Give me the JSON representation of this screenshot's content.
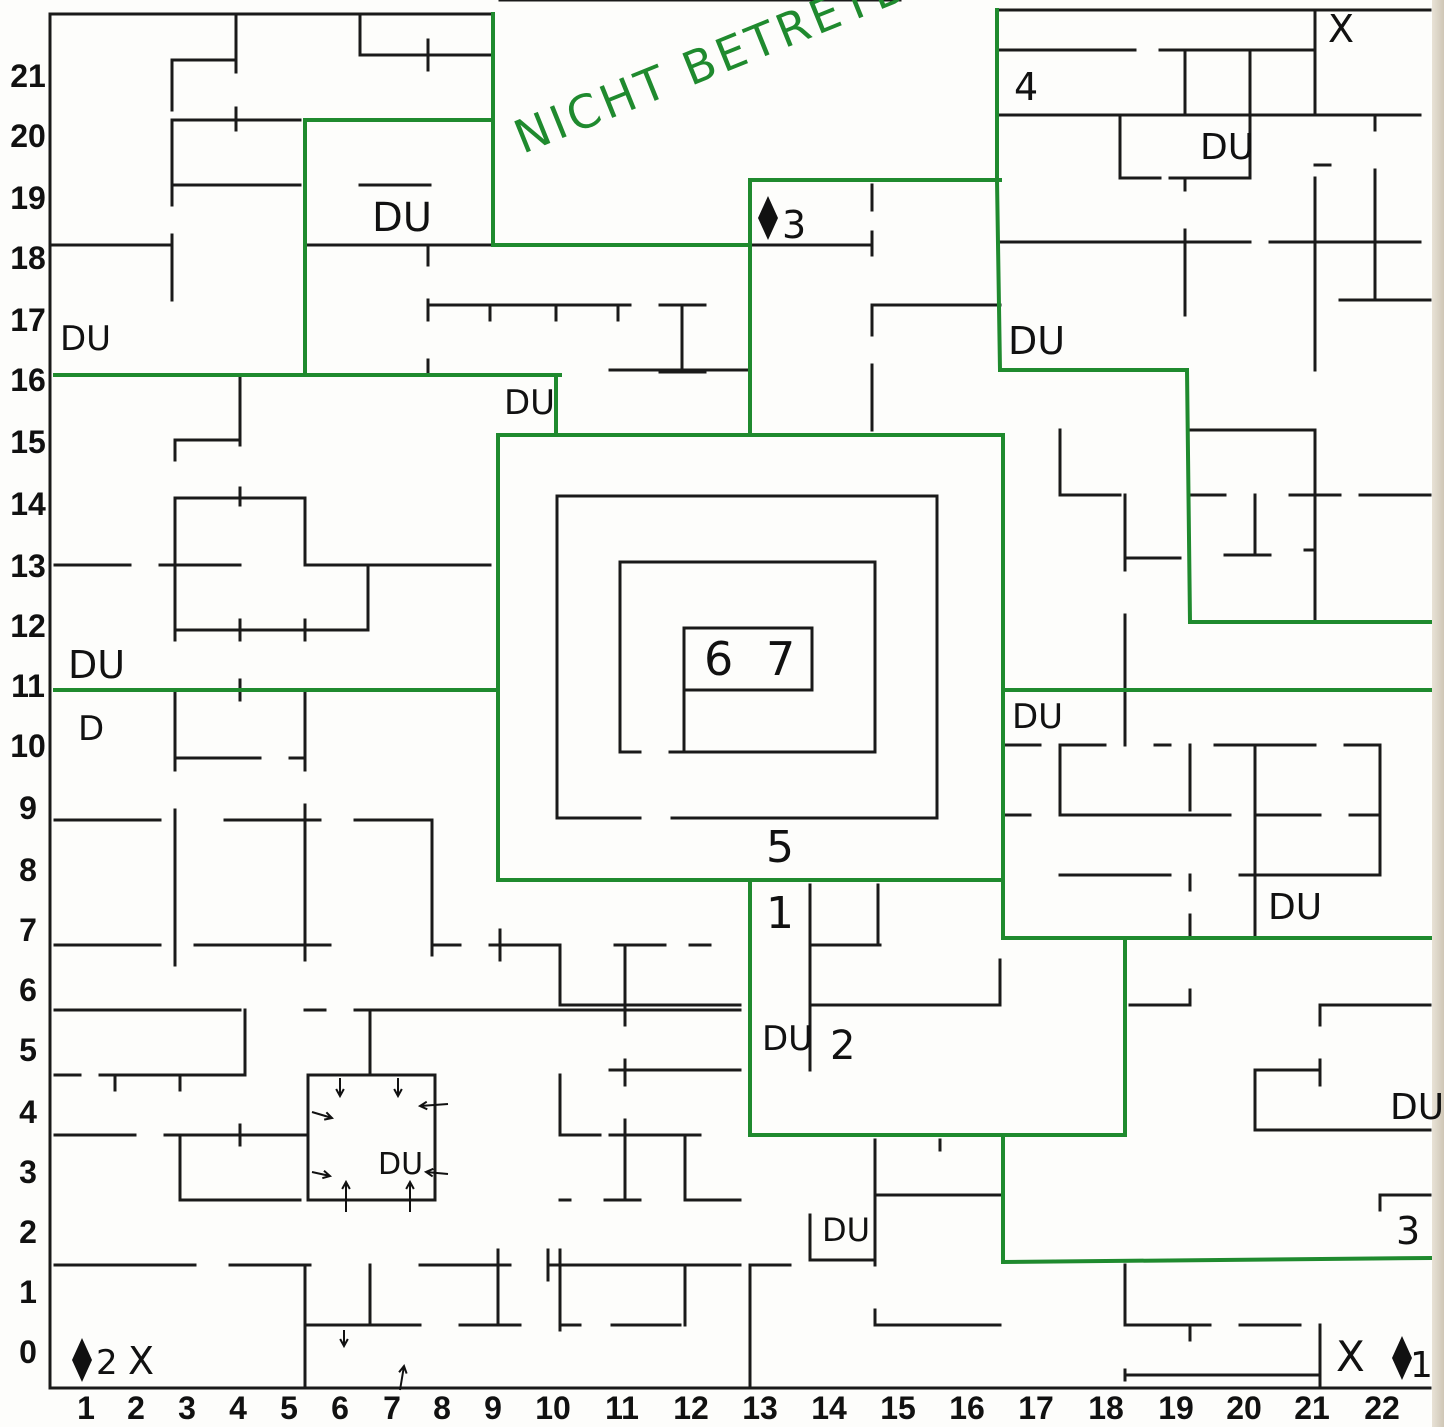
{
  "title": "NICHT BETRETBAR",
  "row_labels": [
    "21",
    "20",
    "19",
    "18",
    "17",
    "16",
    "15",
    "14",
    "13",
    "12",
    "11",
    "10",
    "9",
    "8",
    "7",
    "6",
    "5",
    "4",
    "3",
    "2",
    "1",
    "0"
  ],
  "column_labels": [
    "1",
    "2",
    "3",
    "4",
    "5",
    "6",
    "7",
    "8",
    "9",
    "10",
    "11",
    "12",
    "13",
    "14",
    "15",
    "16",
    "17",
    "18",
    "19",
    "20",
    "21",
    "22"
  ],
  "markers": {
    "du": "DU",
    "d": "D",
    "x": "X",
    "center_6": "6",
    "center_7": "7",
    "n1": "1",
    "n2": "2",
    "n3": "3",
    "n4": "4",
    "n5": "5",
    "diamond_3": "3",
    "diamond_2": "2",
    "diamond_1": "1"
  },
  "colors": {
    "wall": "#1a1a1a",
    "region_border": "#1f8a2e",
    "paper": "#fdfdfb"
  },
  "icons": [
    "diamond-icon",
    "arrow-icon"
  ]
}
